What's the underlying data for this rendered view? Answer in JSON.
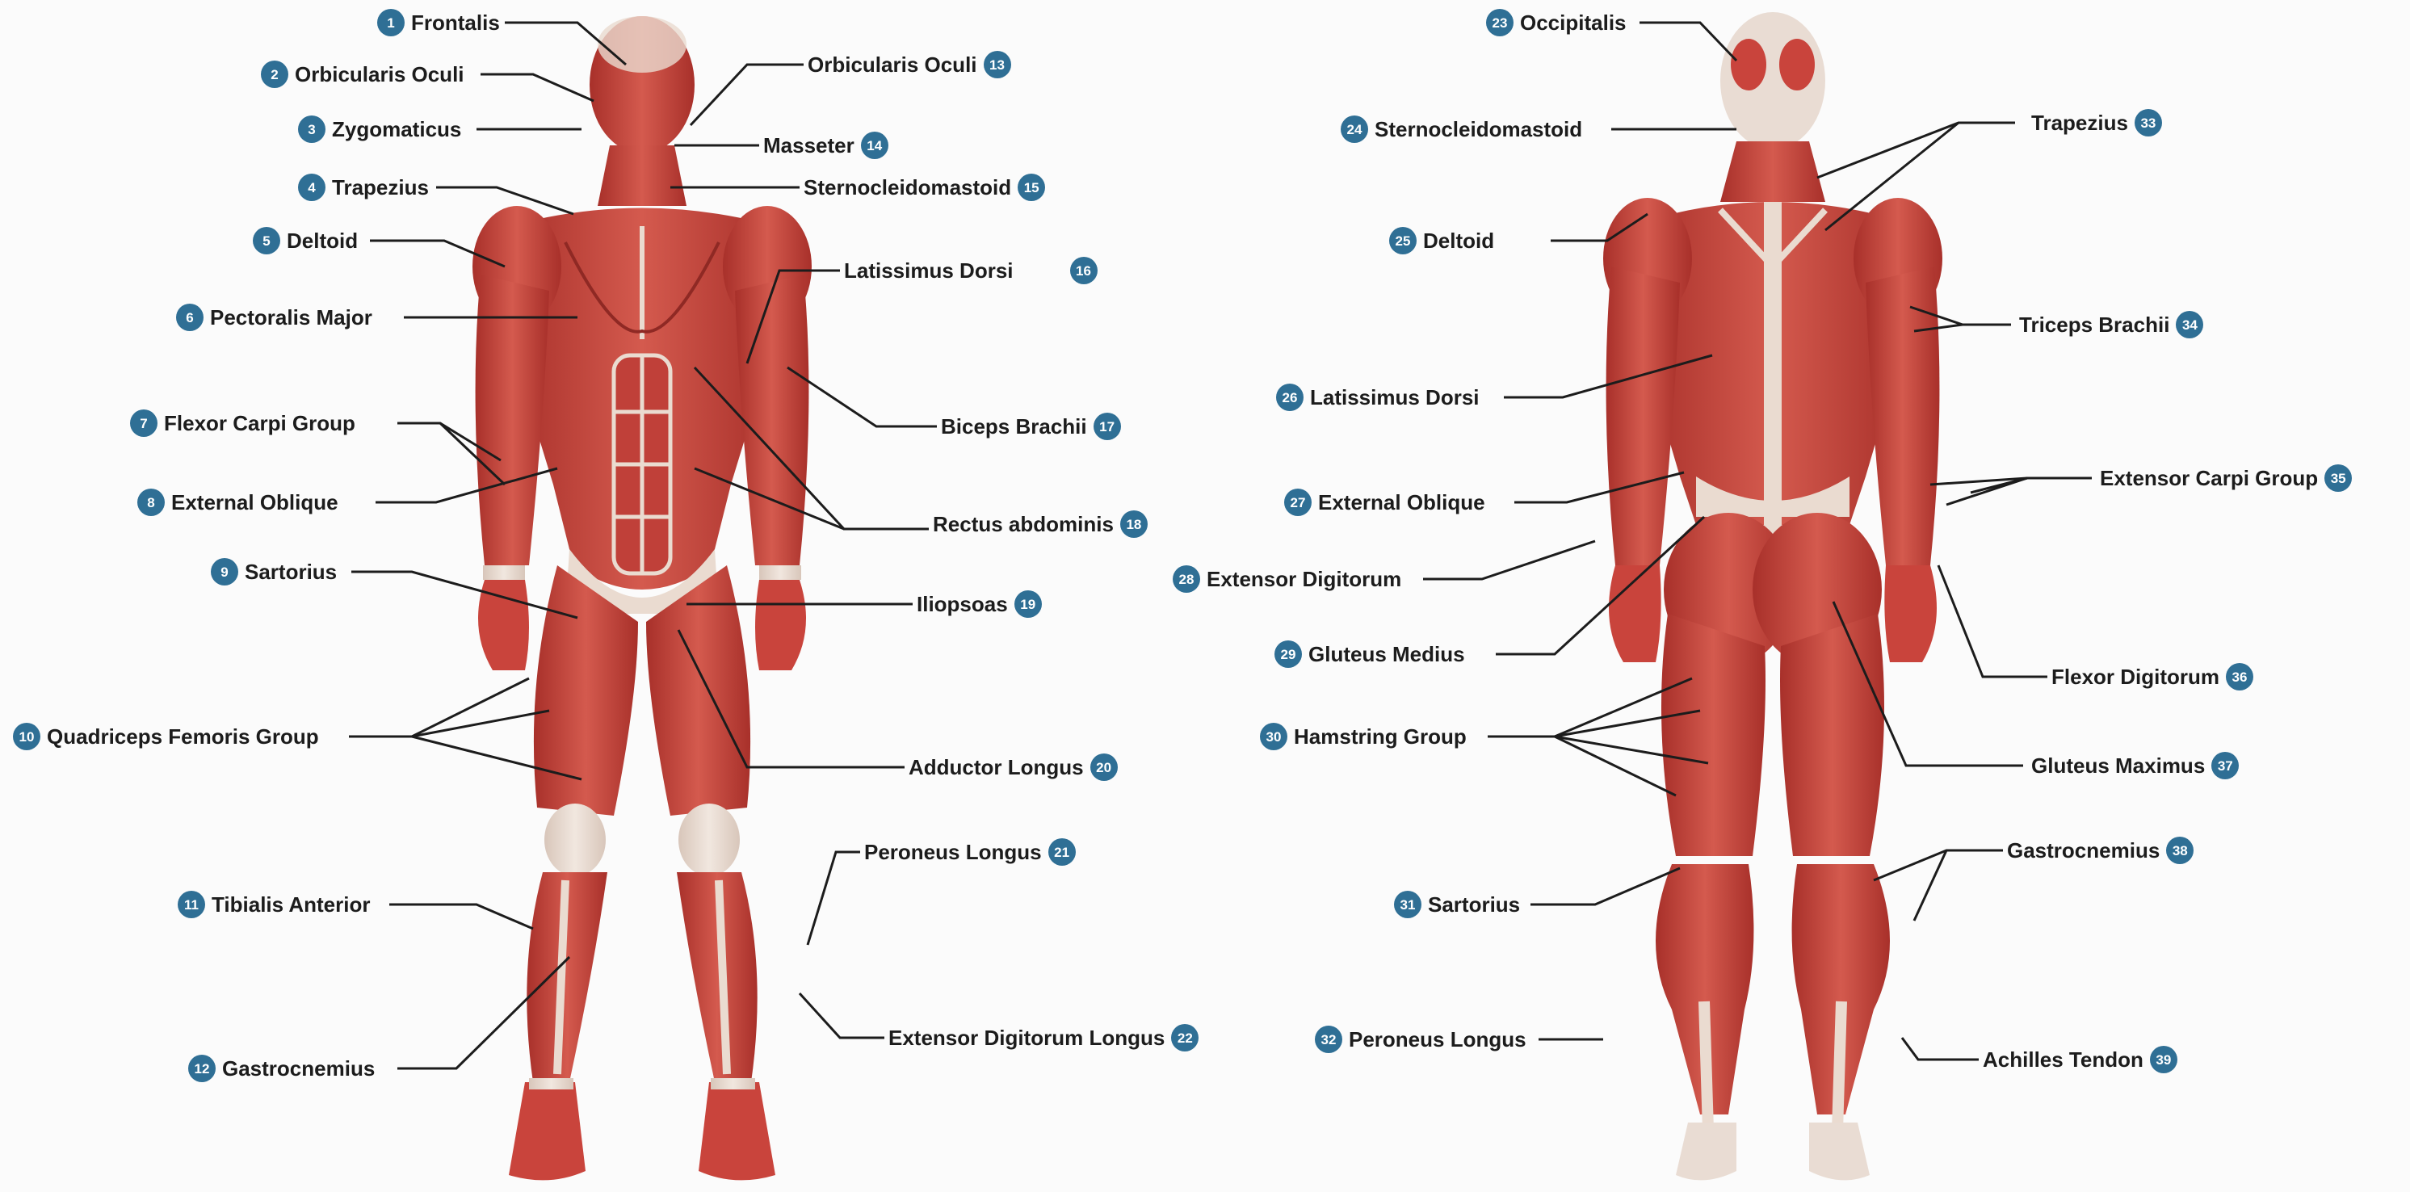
{
  "colors": {
    "badge": "#2f6f95",
    "badge_text": "#ffffff",
    "leader_line": "#1c1c1c",
    "muscle": "#c9443c",
    "muscle_dark": "#9e2d28",
    "tendon": "#e9dcd3",
    "background": "#fbfbfb"
  },
  "front_labels": [
    {
      "num": "1",
      "name": "Frontalis"
    },
    {
      "num": "2",
      "name": "Orbicularis Oculi"
    },
    {
      "num": "3",
      "name": "Zygomaticus"
    },
    {
      "num": "4",
      "name": "Trapezius"
    },
    {
      "num": "5",
      "name": "Deltoid"
    },
    {
      "num": "6",
      "name": "Pectoralis Major"
    },
    {
      "num": "7",
      "name": "Flexor Carpi Group"
    },
    {
      "num": "8",
      "name": "External Oblique"
    },
    {
      "num": "9",
      "name": "Sartorius"
    },
    {
      "num": "10",
      "name": "Quadriceps Femoris Group"
    },
    {
      "num": "11",
      "name": "Tibialis Anterior"
    },
    {
      "num": "12",
      "name": "Gastrocnemius"
    },
    {
      "num": "13",
      "name": "Orbicularis Oculi"
    },
    {
      "num": "14",
      "name": "Masseter"
    },
    {
      "num": "15",
      "name": "Sternocleidomastoid"
    },
    {
      "num": "16",
      "name": "Latissimus Dorsi"
    },
    {
      "num": "17",
      "name": "Biceps Brachii"
    },
    {
      "num": "18",
      "name": "Rectus abdominis"
    },
    {
      "num": "19",
      "name": "Iliopsoas"
    },
    {
      "num": "20",
      "name": "Adductor Longus"
    },
    {
      "num": "21",
      "name": "Peroneus Longus"
    },
    {
      "num": "22",
      "name": "Extensor Digitorum Longus"
    }
  ],
  "back_labels": [
    {
      "num": "23",
      "name": "Occipitalis"
    },
    {
      "num": "24",
      "name": "Sternocleidomastoid"
    },
    {
      "num": "25",
      "name": "Deltoid"
    },
    {
      "num": "26",
      "name": "Latissimus Dorsi"
    },
    {
      "num": "27",
      "name": "External Oblique"
    },
    {
      "num": "28",
      "name": "Extensor Digitorum"
    },
    {
      "num": "29",
      "name": "Gluteus Medius"
    },
    {
      "num": "30",
      "name": "Hamstring Group"
    },
    {
      "num": "31",
      "name": "Sartorius"
    },
    {
      "num": "32",
      "name": "Peroneus Longus"
    },
    {
      "num": "33",
      "name": "Trapezius"
    },
    {
      "num": "34",
      "name": "Triceps Brachii"
    },
    {
      "num": "35",
      "name": "Extensor Carpi Group"
    },
    {
      "num": "36",
      "name": "Flexor Digitorum"
    },
    {
      "num": "37",
      "name": "Gluteus Maximus"
    },
    {
      "num": "38",
      "name": "Gastrocnemius"
    },
    {
      "num": "39",
      "name": "Achilles Tendon"
    }
  ]
}
